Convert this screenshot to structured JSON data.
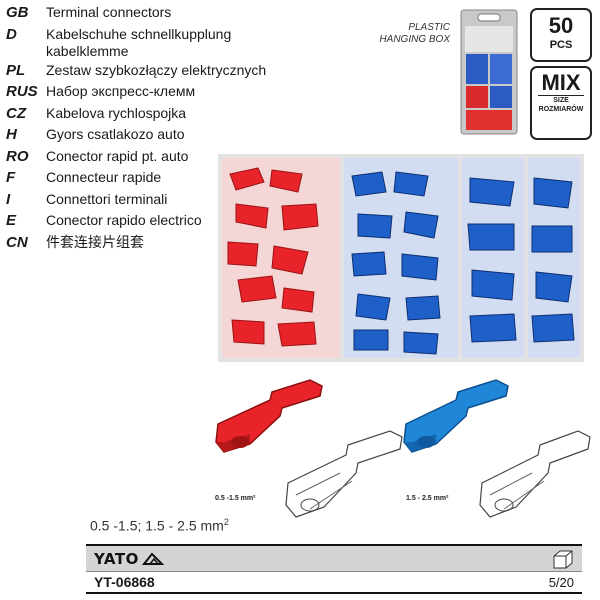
{
  "languages": [
    {
      "code": "GB",
      "text": "Terminal connectors"
    },
    {
      "code": "D",
      "text": "Kabelschuhe schnellkupplung kabelklemme"
    },
    {
      "code": "PL",
      "text": "Zestaw szybkozłączy elektrycznych"
    },
    {
      "code": "RUS",
      "text": "Набор экспресс-клемм"
    },
    {
      "code": "CZ",
      "text": "Kabelova rychlospojka"
    },
    {
      "code": "H",
      "text": "Gyors csatlakozo auto"
    },
    {
      "code": "RO",
      "text": "Conector rapid pt. auto"
    },
    {
      "code": "F",
      "text": "Connecteur rapide"
    },
    {
      "code": "I",
      "text": "Connettori terminali"
    },
    {
      "code": "E",
      "text": "Conector rapido electrico"
    },
    {
      "code": "CN",
      "text": "件套连接片组套"
    }
  ],
  "packaging": {
    "line1": "PLASTIC",
    "line2": "HANGING BOX"
  },
  "badges": {
    "count": "50",
    "count_unit": "PCS",
    "mix": "MIX",
    "mix_size": "SIZE",
    "mix_sub": "ROZMIARÓW"
  },
  "size_labels": {
    "red": "0.5 -1.5 mm²",
    "blue": "1.5 - 2.5 mm²"
  },
  "spec": {
    "text": "0.5 -1.5; 1.5 - 2.5 mm",
    "sup": "2"
  },
  "footer": {
    "brand": "YATO",
    "product_code": "YT-06868",
    "pack_qty": "5/20"
  },
  "colors": {
    "red": "#e8242a",
    "blue": "#1f5fc8",
    "footer_bg": "#d4d4d4"
  }
}
